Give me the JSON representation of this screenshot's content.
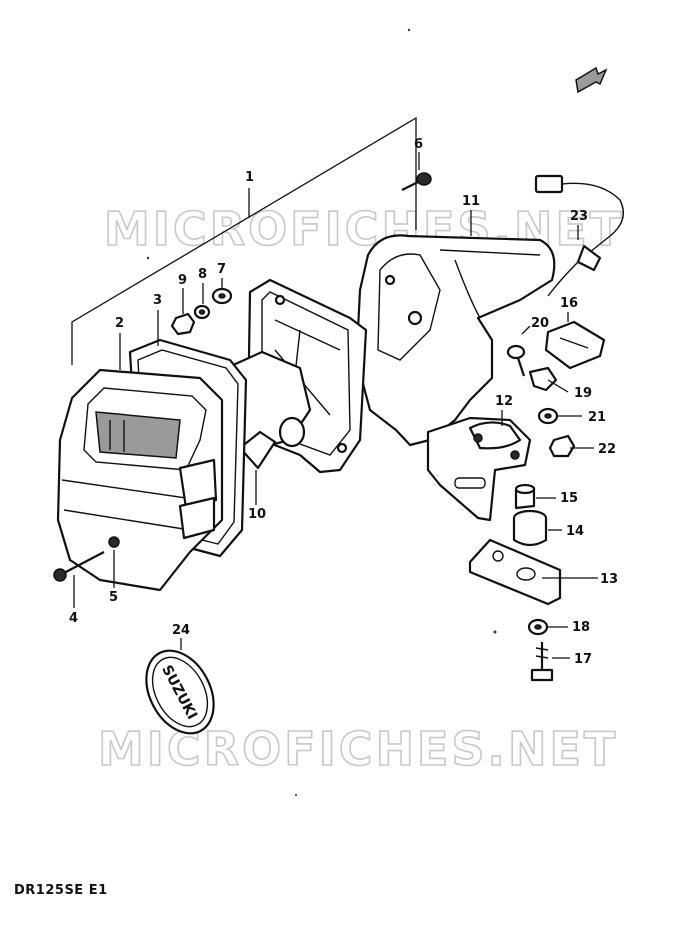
{
  "diagram": {
    "model_caption": "DR125SE E1",
    "watermark": "MICROFICHES.NET",
    "emblem_text": "SUZUKI",
    "callouts": [
      "1",
      "2",
      "3",
      "4",
      "5",
      "6",
      "7",
      "8",
      "9",
      "10",
      "11",
      "12",
      "13",
      "14",
      "15",
      "16",
      "17",
      "18",
      "19",
      "20",
      "21",
      "22",
      "23",
      "24"
    ]
  }
}
